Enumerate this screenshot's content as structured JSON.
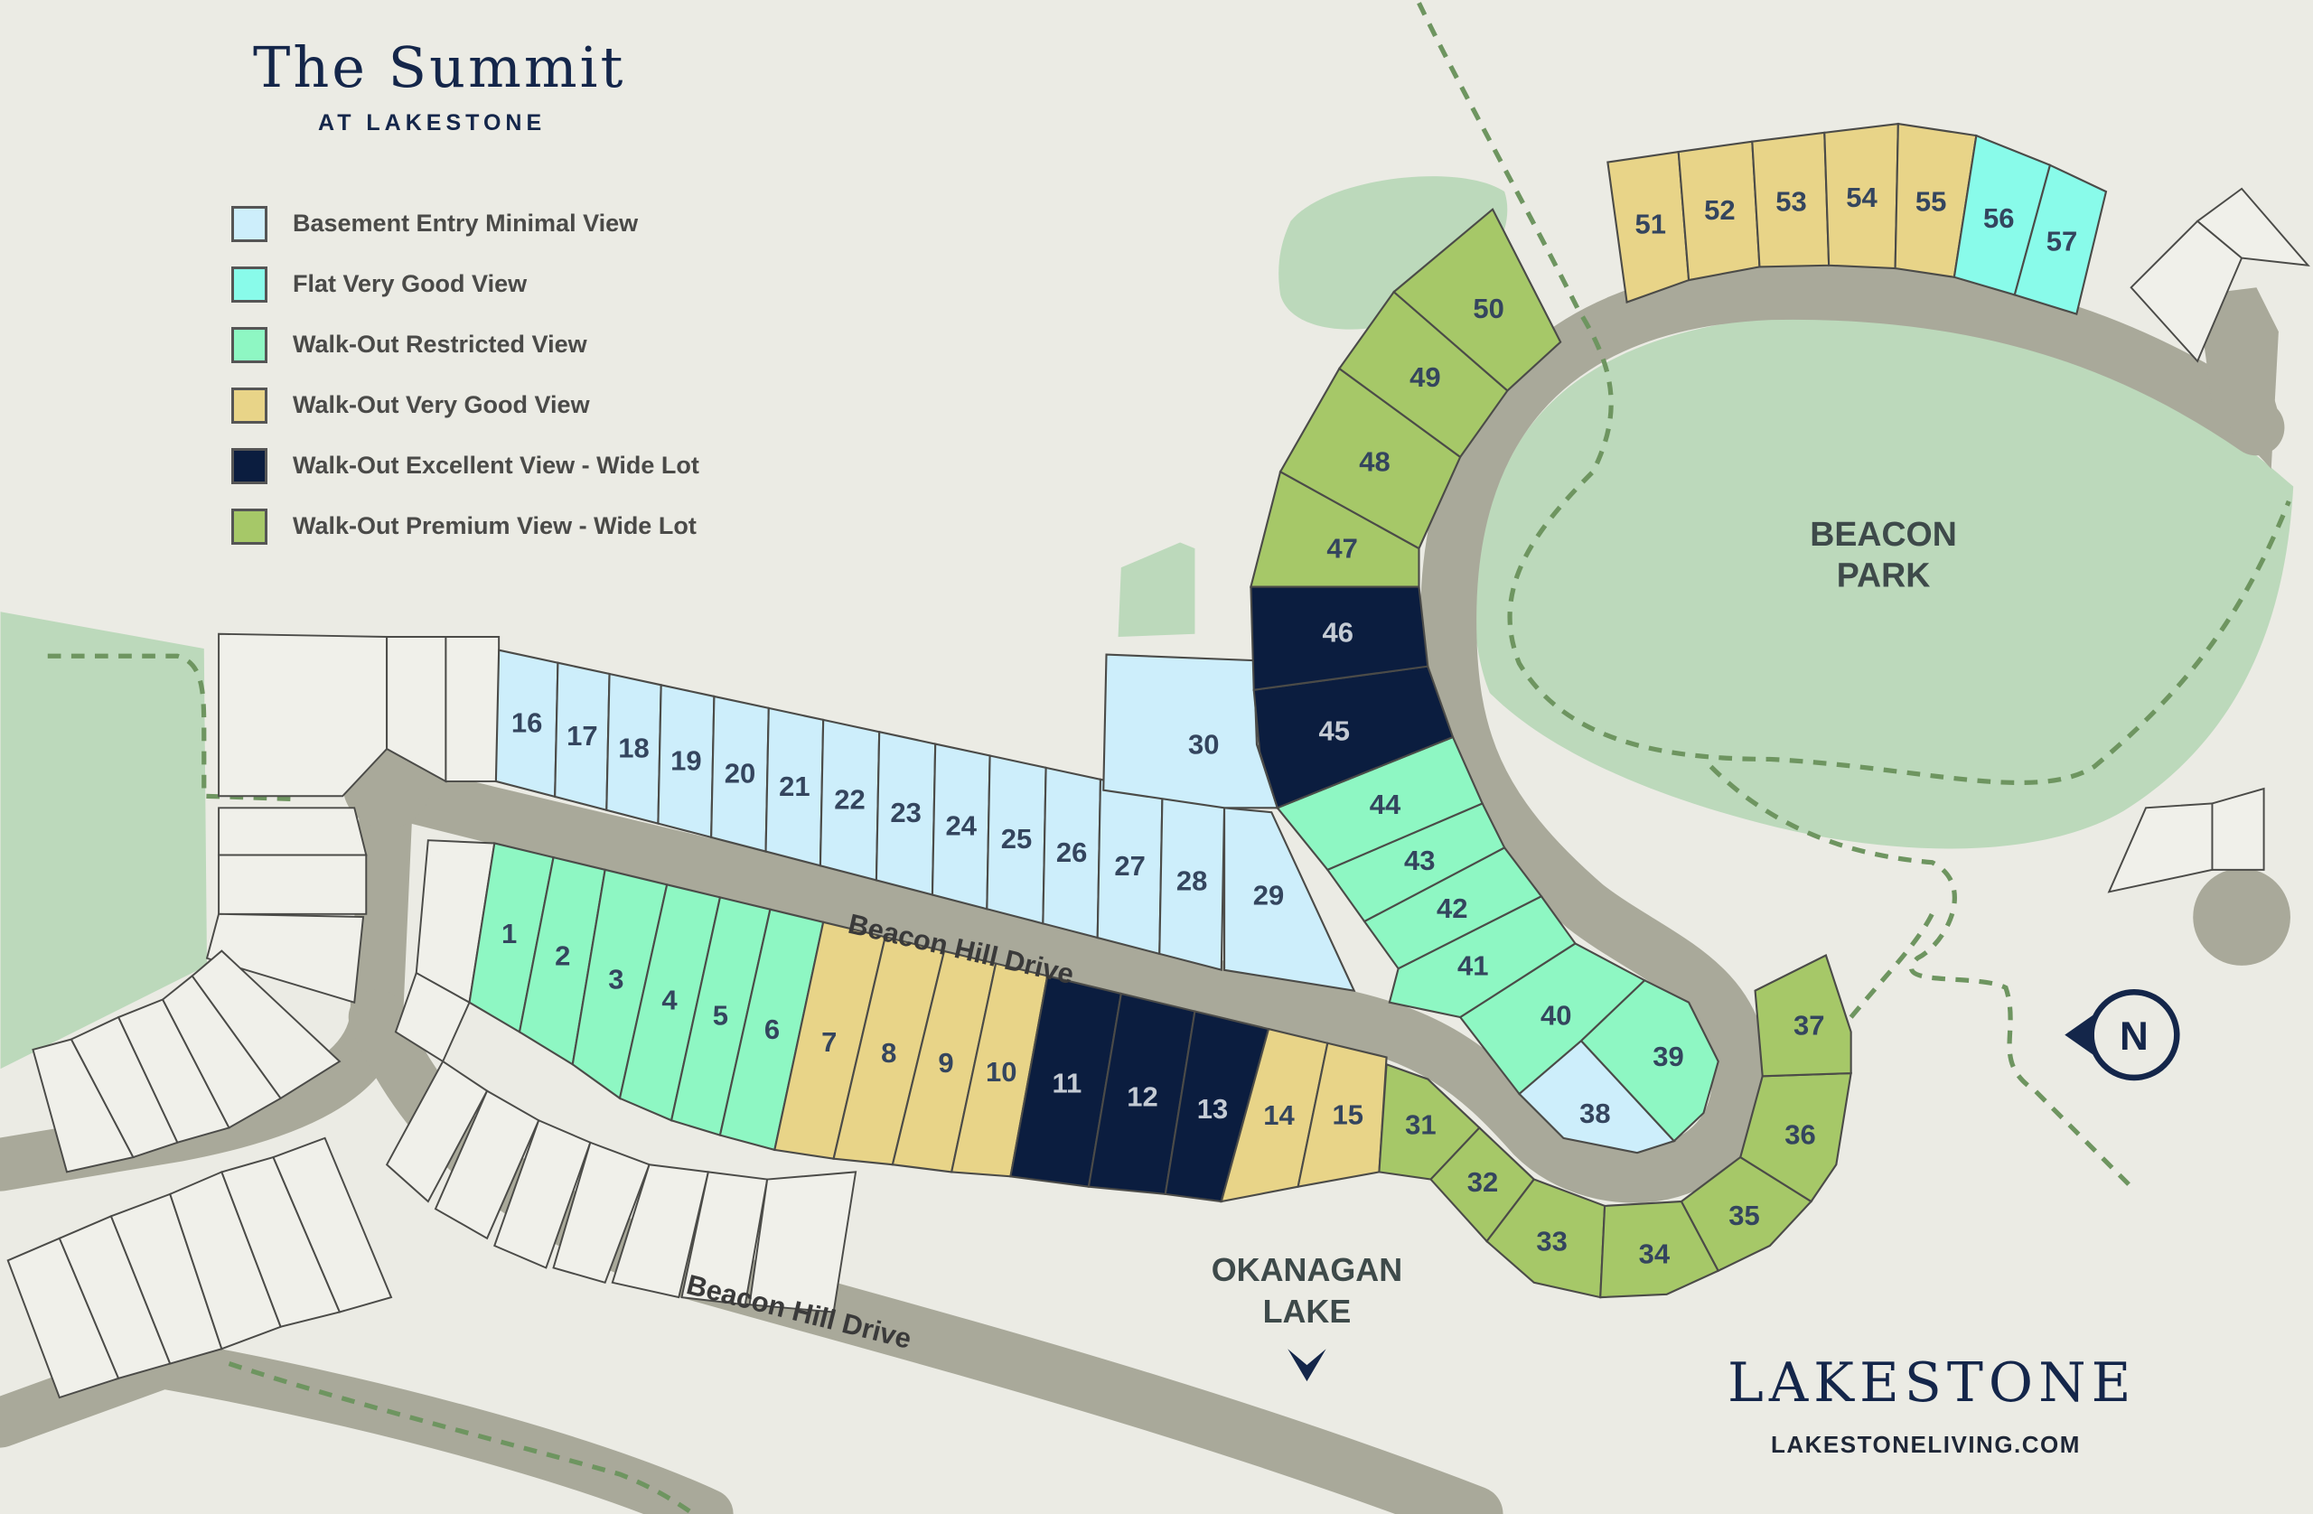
{
  "header": {
    "title": "The Summit",
    "subtitle": "AT LAKESTONE"
  },
  "legend": [
    {
      "key": "basement",
      "label": "Basement Entry Minimal View",
      "color": "#cdeefb"
    },
    {
      "key": "flat",
      "label": "Flat Very Good View",
      "color": "#89fbea"
    },
    {
      "key": "restricted",
      "label": "Walk-Out Restricted View",
      "color": "#8ef7c3"
    },
    {
      "key": "verygood",
      "label": "Walk-Out Very Good View",
      "color": "#e8d488"
    },
    {
      "key": "excellent",
      "label": "Walk-Out Excellent View - Wide Lot",
      "color": "#0b1d3f"
    },
    {
      "key": "premium",
      "label": "Walk-Out Premium View - Wide Lot",
      "color": "#a6c868"
    }
  ],
  "lots": [
    {
      "number": "1",
      "category": "restricted"
    },
    {
      "number": "2",
      "category": "restricted"
    },
    {
      "number": "3",
      "category": "restricted"
    },
    {
      "number": "4",
      "category": "restricted"
    },
    {
      "number": "5",
      "category": "restricted"
    },
    {
      "number": "6",
      "category": "restricted"
    },
    {
      "number": "7",
      "category": "verygood"
    },
    {
      "number": "8",
      "category": "verygood"
    },
    {
      "number": "9",
      "category": "verygood"
    },
    {
      "number": "10",
      "category": "verygood"
    },
    {
      "number": "11",
      "category": "excellent"
    },
    {
      "number": "12",
      "category": "excellent"
    },
    {
      "number": "13",
      "category": "excellent"
    },
    {
      "number": "14",
      "category": "verygood"
    },
    {
      "number": "15",
      "category": "verygood"
    },
    {
      "number": "16",
      "category": "basement"
    },
    {
      "number": "17",
      "category": "basement"
    },
    {
      "number": "18",
      "category": "basement"
    },
    {
      "number": "19",
      "category": "basement"
    },
    {
      "number": "20",
      "category": "basement"
    },
    {
      "number": "21",
      "category": "basement"
    },
    {
      "number": "22",
      "category": "basement"
    },
    {
      "number": "23",
      "category": "basement"
    },
    {
      "number": "24",
      "category": "basement"
    },
    {
      "number": "25",
      "category": "basement"
    },
    {
      "number": "26",
      "category": "basement"
    },
    {
      "number": "27",
      "category": "basement"
    },
    {
      "number": "28",
      "category": "basement"
    },
    {
      "number": "29",
      "category": "basement"
    },
    {
      "number": "30",
      "category": "basement"
    },
    {
      "number": "31",
      "category": "premium"
    },
    {
      "number": "32",
      "category": "premium"
    },
    {
      "number": "33",
      "category": "premium"
    },
    {
      "number": "34",
      "category": "premium"
    },
    {
      "number": "35",
      "category": "premium"
    },
    {
      "number": "36",
      "category": "premium"
    },
    {
      "number": "37",
      "category": "premium"
    },
    {
      "number": "38",
      "category": "basement"
    },
    {
      "number": "39",
      "category": "restricted"
    },
    {
      "number": "40",
      "category": "restricted"
    },
    {
      "number": "41",
      "category": "restricted"
    },
    {
      "number": "42",
      "category": "restricted"
    },
    {
      "number": "43",
      "category": "restricted"
    },
    {
      "number": "44",
      "category": "restricted"
    },
    {
      "number": "45",
      "category": "excellent"
    },
    {
      "number": "46",
      "category": "excellent"
    },
    {
      "number": "47",
      "category": "premium"
    },
    {
      "number": "48",
      "category": "premium"
    },
    {
      "number": "49",
      "category": "premium"
    },
    {
      "number": "50",
      "category": "premium"
    },
    {
      "number": "51",
      "category": "verygood"
    },
    {
      "number": "52",
      "category": "verygood"
    },
    {
      "number": "53",
      "category": "verygood"
    },
    {
      "number": "54",
      "category": "verygood"
    },
    {
      "number": "55",
      "category": "verygood"
    },
    {
      "number": "56",
      "category": "flat"
    },
    {
      "number": "57",
      "category": "flat"
    }
  ],
  "map_labels": {
    "street_upper": "Beacon Hill Drive",
    "street_lower": "Beacon Hill Drive",
    "park_line1": "BEACON",
    "park_line2": "PARK",
    "lake_line1": "OKANAGAN",
    "lake_line2": "LAKE",
    "north": "N"
  },
  "footer": {
    "brand": "LAKESTONE",
    "url": "LAKESTONELIVING.COM"
  },
  "colors": {
    "background": "#ebebe4",
    "road": "#a9a99a",
    "green": "#bcd9bb",
    "trail": "#6e9560",
    "navy": "#14264a"
  }
}
